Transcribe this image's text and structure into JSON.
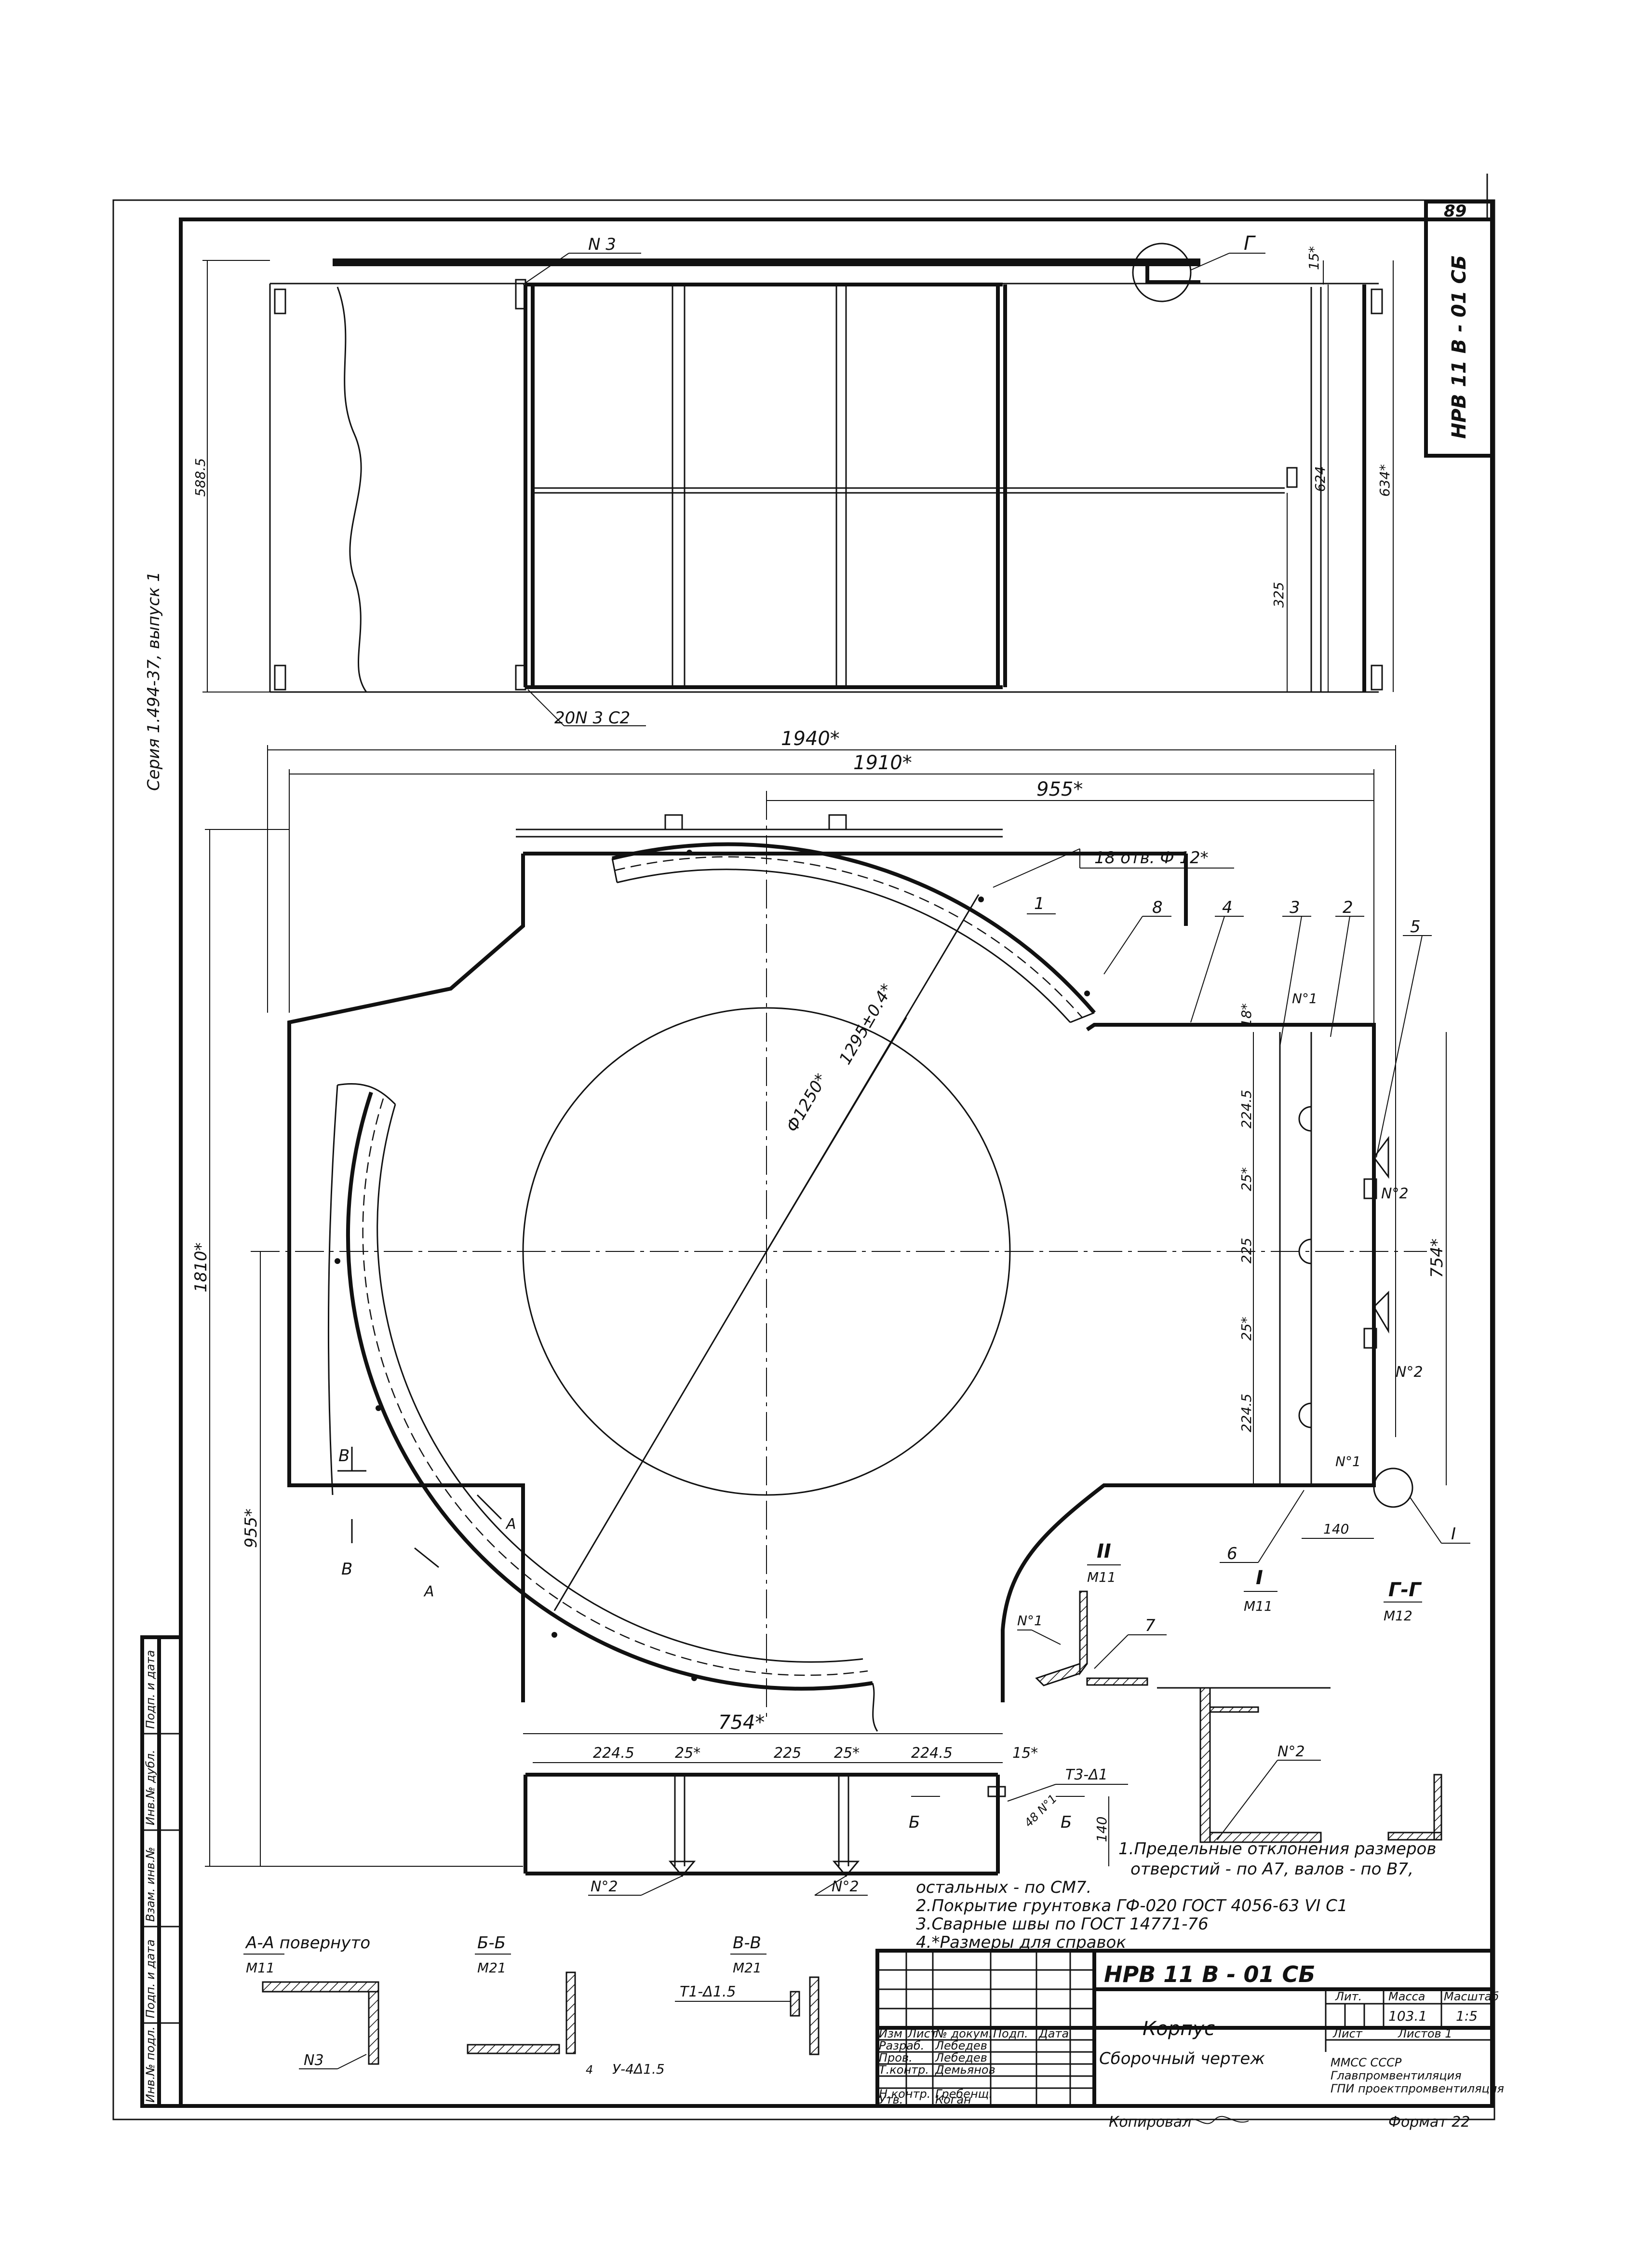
{
  "sheet": {
    "page_number": "89",
    "side_code": "НРВ 11 В - 01 СБ",
    "series": "Серия 1.494-37,  выпуск 1",
    "copied_by": "Копировал",
    "format": "Формат 22"
  },
  "side_stamp": {
    "labels": [
      "Инв.№ подл.",
      "Подп. и дата",
      "Взам. инв.№",
      "Инв.№ дубл.",
      "Подп. и дата"
    ]
  },
  "title_block": {
    "designation": "НРВ 11 В - 01 СБ",
    "name": "Корпус",
    "doc_type": "Сборочный чертеж",
    "head_labels": [
      "Изм",
      "Лист",
      "№ докум.",
      "Подп.",
      "Дата"
    ],
    "roles": [
      "Разраб.",
      "Пров.",
      "Т.контр.",
      "",
      "Н.контр.",
      "Утв."
    ],
    "people": [
      "Лебедев",
      "Лебедев",
      "Демьянов",
      "",
      "Гребенщ.",
      "Коган"
    ],
    "lit_label": "Лит.",
    "mass_label": "Масса",
    "scale_label": "Масштаб",
    "mass": "103.1",
    "scale": "1:5",
    "sheet_label": "Лист",
    "sheets_label": "Листов 1",
    "org_lines": [
      "ММСС          СССР",
      "Главпромвентиляция",
      "ГПИ проектпромвентиляция"
    ]
  },
  "labels": {
    "n3_top": "N 3",
    "weld_c2": "20N 3  C2",
    "view_G": "Г",
    "cut_B": "В",
    "cut_A": "А",
    "node_I": "I",
    "n1": "N°1",
    "n2": "N°2",
    "holes": "18 отв. Ф 12*",
    "items": [
      "1",
      "8",
      "4",
      "3",
      "2",
      "5",
      "6",
      "7"
    ],
    "section_I": "I",
    "scale_I": "М11",
    "section_II": "II",
    "scale_II": "М11",
    "section_GG": "Г-Г",
    "scale_GG": "М12",
    "section_AA": "А-А  повернуто",
    "scale_AA": "М11",
    "section_BB": "Б-Б",
    "scale_BB": "М21",
    "section_VV": "В-В",
    "scale_VV": "М21",
    "weld_t3": "Т3-Δ1",
    "weld_t1": "Т1-Δ1.5",
    "weld_u4": "У-4Δ1.5",
    "n3_sec": "N3",
    "n2_sec": "N°2",
    "bb1": "Б",
    "bb2": "Б",
    "d48": "48 N°1",
    "h4": "4"
  },
  "dims": {
    "w1940": "1940*",
    "w1910": "1910*",
    "w955": "955*",
    "h588": "588.5",
    "d15": "15*",
    "d624": "624",
    "d634": "634*",
    "d325": "325",
    "r1295": "1295±0.4*",
    "d1250": "Ф1250*",
    "h1810": "1810*",
    "h955": "955*",
    "d18": "18*",
    "d2245a": "224.5",
    "d25a": "25*",
    "d225": "225",
    "d25b": "25*",
    "d2245b": "224.5",
    "d754r": "754*",
    "d140": "140",
    "b754": "754*",
    "b2245a": "224.5",
    "b25a": "25*",
    "b225": "225",
    "b25b": "25*",
    "b2245b": "224.5",
    "b15": "15*",
    "b140": "140"
  },
  "notes": [
    "1.Предельные отклонения размеров",
    "отверстий - по А7, валов - по В7,",
    "остальных - по СМ7.",
    "2.Покрытие грунтовка ГФ-020  ГОСТ 4056-63  VI  С1",
    "3.Сварные швы по ГОСТ 14771-76",
    "4.*Размеры для справок"
  ]
}
